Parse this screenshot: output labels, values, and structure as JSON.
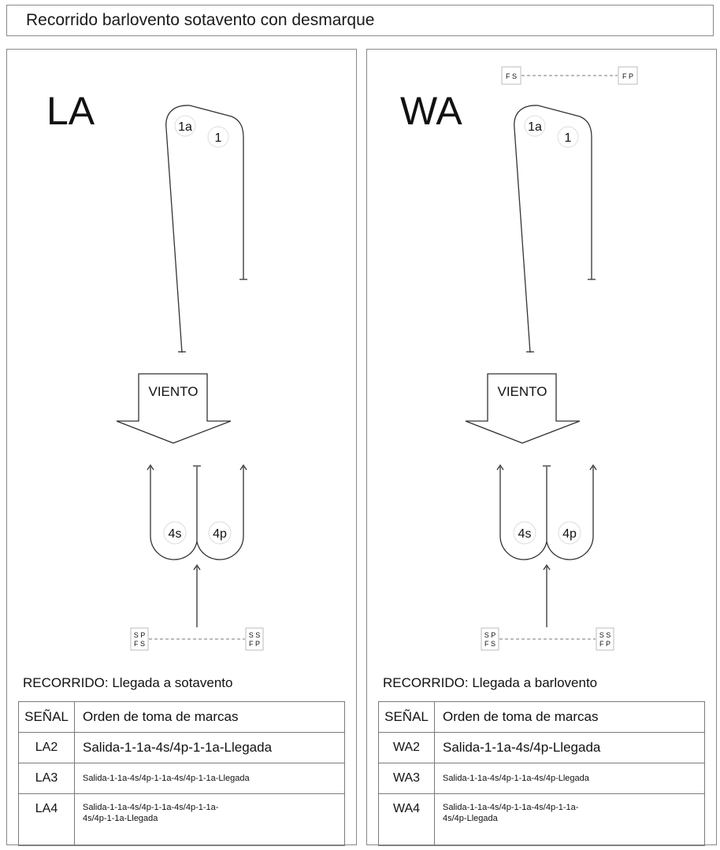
{
  "title": "Recorrido barlovento sotavento con desmarque",
  "panels": [
    {
      "id": "LA",
      "label": "LA",
      "marks": {
        "m1": "1",
        "m1a": "1a",
        "m4s": "4s",
        "m4p": "4p"
      },
      "wind": "VIENTO",
      "start_boxes": {
        "left": [
          "S P",
          "F S"
        ],
        "right": [
          "S S",
          "F P"
        ]
      },
      "recorrido": "RECORRIDO: Llegada a sotavento",
      "table": {
        "headers": [
          "SEÑAL",
          "Orden de toma de marcas"
        ],
        "rows": [
          {
            "signal": "LA2",
            "order": "Salida-1-1a-4s/4p-1-1a-Llegada"
          },
          {
            "signal": "LA3",
            "order": "Salida-1-1a-4s/4p-1-1a-4s/4p-1-1a-Llegada"
          },
          {
            "signal": "LA4",
            "order": "Salida-1-1a-4s/4p-1-1a-4s/4p-1-1a-4s/4p-1-1a-Llegada",
            "line1": "Salida-1-1a-4s/4p-1-1a-4s/4p-1-1a-",
            "line2": "4s/4p-1-1a-Llegada"
          }
        ]
      }
    },
    {
      "id": "WA",
      "label": "WA",
      "marks": {
        "m1": "1",
        "m1a": "1a",
        "m4s": "4s",
        "m4p": "4p"
      },
      "wind": "VIENTO",
      "finish_top": {
        "left": "F S",
        "right": "F P"
      },
      "start_boxes": {
        "left": [
          "S P",
          "F S"
        ],
        "right": [
          "S S",
          "F P"
        ]
      },
      "recorrido": "RECORRIDO: Llegada a barlovento",
      "table": {
        "headers": [
          "SEÑAL",
          "Orden de toma de marcas"
        ],
        "rows": [
          {
            "signal": "WA2",
            "order": "Salida-1-1a-4s/4p-Llegada"
          },
          {
            "signal": "WA3",
            "order": "Salida-1-1a-4s/4p-1-1a-4s/4p-Llegada"
          },
          {
            "signal": "WA4",
            "order": "Salida-1-1a-4s/4p-1-1a-4s/4p-1-1a-4s/4p-Llegada",
            "line1": "Salida-1-1a-4s/4p-1-1a-4s/4p-1-1a-",
            "line2": "4s/4p-Llegada"
          }
        ]
      }
    }
  ]
}
